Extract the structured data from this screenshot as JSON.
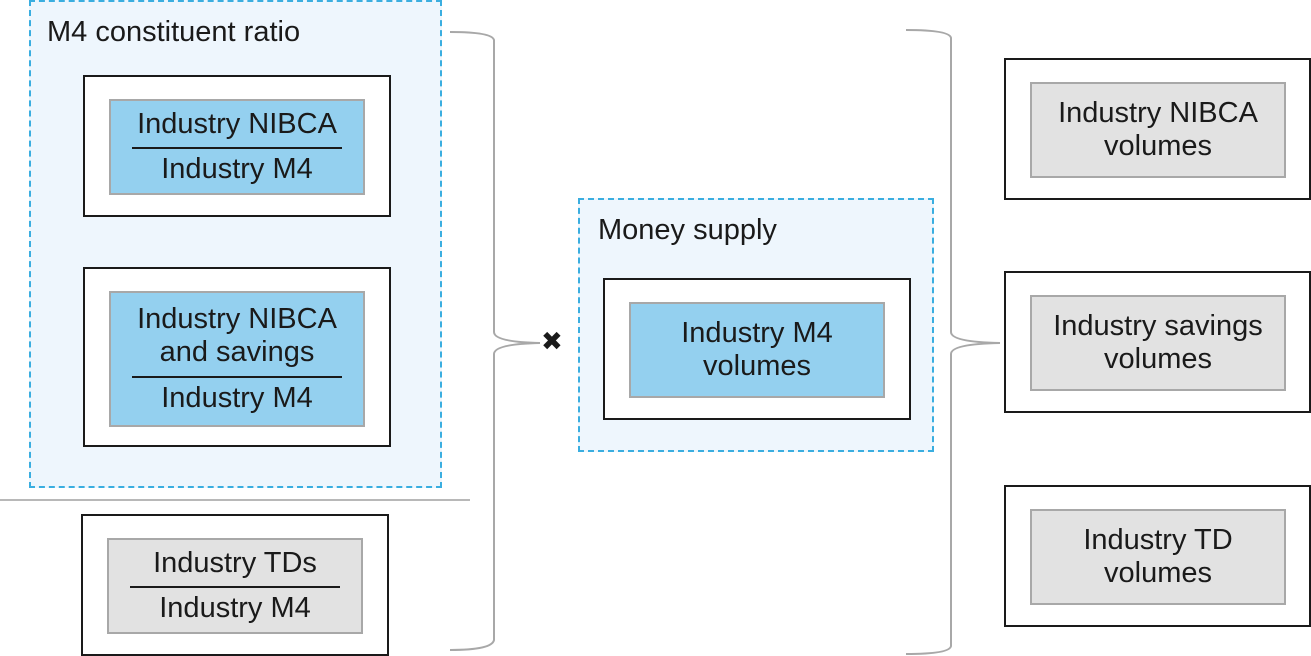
{
  "groups": {
    "constituent_ratio": {
      "title": "M4 constituent ratio",
      "items": [
        {
          "numerator": "Industry NIBCA",
          "denominator": "Industry M4",
          "color": "#94d0ef"
        },
        {
          "numerator": "Industry NIBCA and savings",
          "denominator": "Industry M4",
          "color": "#94d0ef"
        }
      ]
    },
    "money_supply": {
      "title": "Money supply",
      "item": {
        "label": "Industry M4 volumes",
        "color": "#94d0ef"
      }
    }
  },
  "td_ratio": {
    "numerator": "Industry TDs",
    "denominator": "Industry M4",
    "color": "#e2e2e2"
  },
  "operator": {
    "symbol": "✖",
    "name": "multiply"
  },
  "outputs": [
    {
      "line1": "Industry NIBCA",
      "line2": "volumes"
    },
    {
      "line1": "Industry savings",
      "line2": "volumes"
    },
    {
      "line1": "Industry TD",
      "line2": "volumes"
    }
  ],
  "colors": {
    "group_border": "#3aaee0",
    "group_fill": "#eef6fd",
    "input_fill": "#94d0ef",
    "output_fill": "#e2e2e2",
    "bracket": "#a8a8a8"
  }
}
